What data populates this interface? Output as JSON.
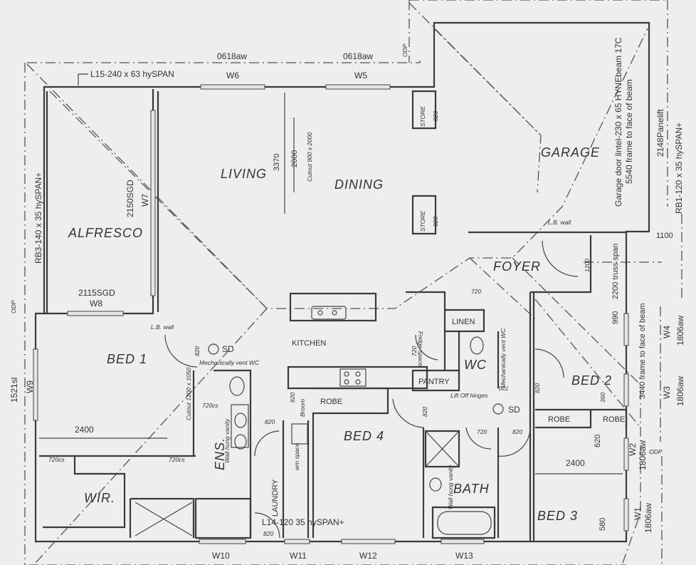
{
  "rooms": {
    "living": "LIVING",
    "dining": "DINING",
    "alfresco": "ALFRESCO",
    "garage": "GARAGE",
    "foyer": "FOYER",
    "kitchen": "KITCHEN",
    "bed1": "BED 1",
    "bed2": "BED 2",
    "bed3": "BED 3",
    "bed4": "BED 4",
    "ens": "ENS.",
    "laundry": "LAUNDRY",
    "wir": "WIR.",
    "bath": "BATH",
    "wc": "WC",
    "linen": "LINEN",
    "pantry": "PANTRY",
    "robe4": "ROBE",
    "robe2a": "ROBE",
    "robe2b": "ROBE",
    "store1": "STORE",
    "store2": "STORE",
    "fridge": "Fridge space",
    "broom": "Broom",
    "wm": "wm space"
  },
  "windows": {
    "w1": "W1",
    "w2": "W2",
    "w3": "W3",
    "w4": "W4",
    "w5": "W5",
    "w6": "W6",
    "w7": "W7",
    "w8": "W8",
    "w9": "W9",
    "w10": "W10",
    "w11": "W11",
    "w12": "W12",
    "w13": "W13",
    "w5_size": "0618aw",
    "w6_size": "0618aw",
    "w7_size": "2150SGD",
    "w8_size": "2115SGD",
    "w9_size": "1521sl",
    "w4_size": "1806aw",
    "w3_size": "1806aw",
    "w2_size": "1806aw",
    "w1_size": "1806aw"
  },
  "notes": {
    "l15": "L15-240 x 63 hySPAN",
    "rb3": "RB3-140 x 35 hySPAN+",
    "rb1": "RB1-120 x 35 hySPAN+",
    "l14": "L14-120 35 hySPAN+",
    "garage_lintel": "Garage door lintel-230 x 65 HYNEbeam 17C",
    "garage_frame": "5540 frame to face of beam",
    "panelift": "2148Panelift",
    "lb_wall_1": "L.B. wall",
    "lb_wall_2": "L.B. wall",
    "odp_1": "ODP",
    "odp_2": "ODP",
    "odp_3": "ODP",
    "cutout_living": "Cutout 900 x 2000",
    "cutout_ens": "Cutout 1200 x 1050",
    "dim_3370": "3370",
    "dim_2000": "2000",
    "dim_1100": "1100",
    "dim_1200": "1200",
    "truss": "2200 truss span",
    "dim_990": "990",
    "frame_3440": "3440 frame to face of beam",
    "dim_360": "360",
    "dim_620": "620",
    "dim_580": "580",
    "bed1_2400": "2400",
    "bed3_2400": "2400",
    "sd_1": "SD",
    "sd_2": "SD",
    "mech_ens": "Mechanically vent WC",
    "mech_wc": "Mechanically vent WC",
    "vanity_ens": "Wall hung vanity",
    "vanity_bath": "Wall hung vanity",
    "lift_off": "Lift Off hinges",
    "cs_1": "720cs",
    "cs_2": "720cs",
    "cs_3": "720cs",
    "d_store1": "820",
    "d_store2": "820",
    "d_bed1": "820",
    "d_ens": "820",
    "d_broom": "820",
    "d_laundry": "820",
    "d_linen": "720",
    "d_pantry": "720",
    "d_wc": "720",
    "d_bed4": "820",
    "d_bath": "720",
    "d_bed3": "820",
    "d_bed2": "820"
  }
}
